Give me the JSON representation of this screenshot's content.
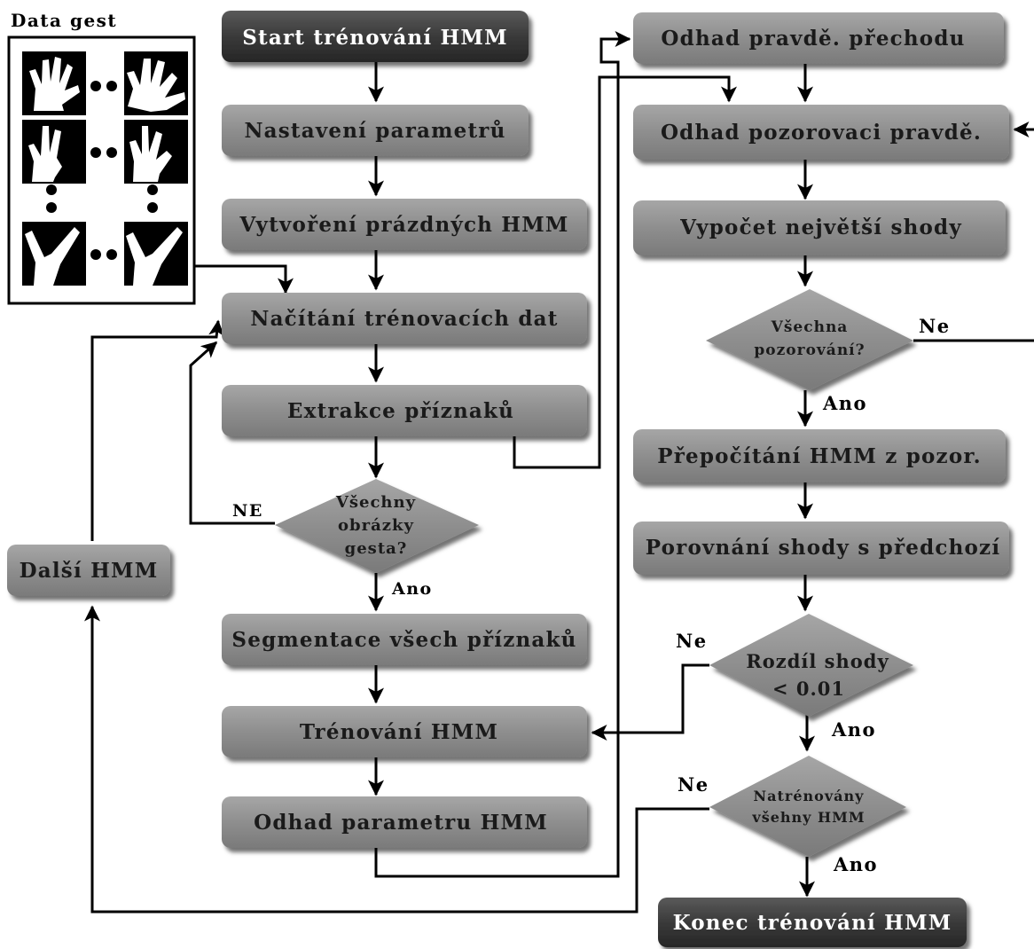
{
  "data_gest": {
    "title": "Data gest"
  },
  "boxes": {
    "start": "Start trénování HMM",
    "params": "Nastavení parametrů",
    "create": "Vytvoření prázdných HMM",
    "load": "Načítání trénovacích dat",
    "extract": "Extrakce příznaků",
    "segment": "Segmentace všech příznaků",
    "train": "Trénování HMM",
    "estimate": "Odhad parametru HMM",
    "next": "Další HMM",
    "trans": "Odhad pravdě. přechodu",
    "obs": "Odhad pozorovaci pravdě.",
    "match": "Vypočet největší shody",
    "recalc": "Přepočítání HMM z pozor.",
    "compare": "Porovnání shody s předchozí",
    "end": "Konec trénování HMM"
  },
  "decisions": {
    "images": [
      "Všechny",
      "obrázky",
      "gesta?"
    ],
    "observations": [
      "Všechna",
      "pozorování?"
    ],
    "difference": [
      "Rozdíl shody",
      "< 0.01"
    ],
    "trained": [
      "Natrénovány",
      "všehny HMM"
    ]
  },
  "labels": {
    "ne_upper": "NE",
    "ne": "Ne",
    "ano": "Ano"
  },
  "colors": {
    "box_fill": "#8c8c8c",
    "box_dark": "#3a3a3a",
    "line": "#000000"
  }
}
